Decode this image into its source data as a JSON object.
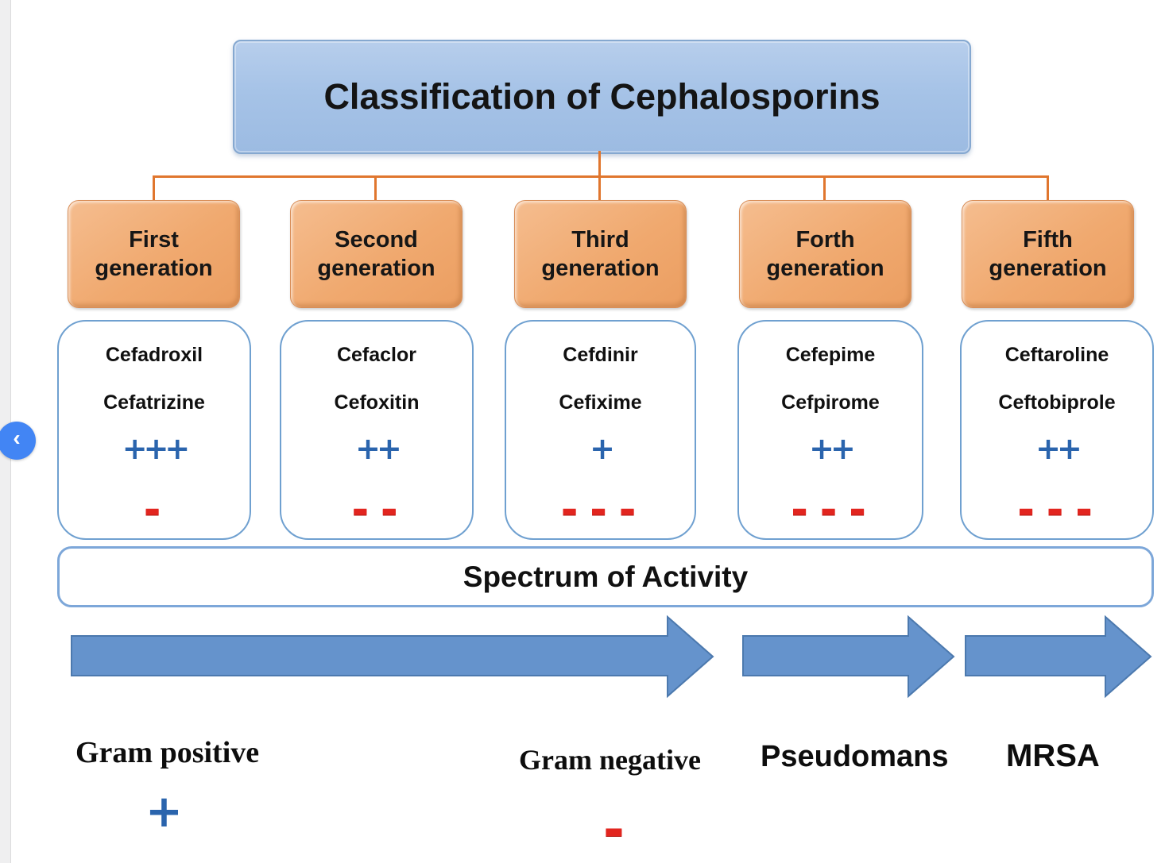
{
  "icons": {
    "chevron_left": "‹"
  },
  "diagram": {
    "title": "Classification of Cephalosporins",
    "generations": [
      {
        "name": "First generation",
        "drug1": "Cefadroxil",
        "drug2": "Cefatrizine",
        "gram_positive_symbols": "+++",
        "gram_negative_symbols": "▬"
      },
      {
        "name": "Second generation",
        "drug1": "Cefaclor",
        "drug2": "Cefoxitin",
        "gram_positive_symbols": "++",
        "gram_negative_symbols": "▬ ▬"
      },
      {
        "name": "Third generation",
        "drug1": "Cefdinir",
        "drug2": "Cefixime",
        "gram_positive_symbols": "+",
        "gram_negative_symbols": "▬ ▬ ▬"
      },
      {
        "name": "Forth generation",
        "drug1": "Cefepime",
        "drug2": "Cefpirome",
        "gram_positive_symbols": "++",
        "gram_negative_symbols": "▬ ▬ ▬"
      },
      {
        "name": "Fifth generation",
        "drug1": "Ceftaroline",
        "drug2": "Ceftobiprole",
        "gram_positive_symbols": "++",
        "gram_negative_symbols": "▬ ▬ ▬"
      }
    ],
    "spectrum_title": "Spectrum of Activity",
    "activity_labels": {
      "gram_positive": "Gram positive",
      "gram_positive_symbol": "+",
      "gram_negative": "Gram negative",
      "gram_negative_symbol": "▬",
      "pseudomonas": "Pseudomans",
      "mrsa": "MRSA"
    },
    "colors": {
      "title_box_fill": "#a9c5e8",
      "generation_box_fill": "#f0a96f",
      "connector_orange": "#e0762e",
      "outline_blue": "#6fa0d0",
      "plus_blue": "#2a64ad",
      "minus_red": "#e2251f",
      "arrow_fill": "#6593cc",
      "arrow_stroke": "#4c79ae",
      "nav_button_blue": "#4285f4"
    }
  }
}
